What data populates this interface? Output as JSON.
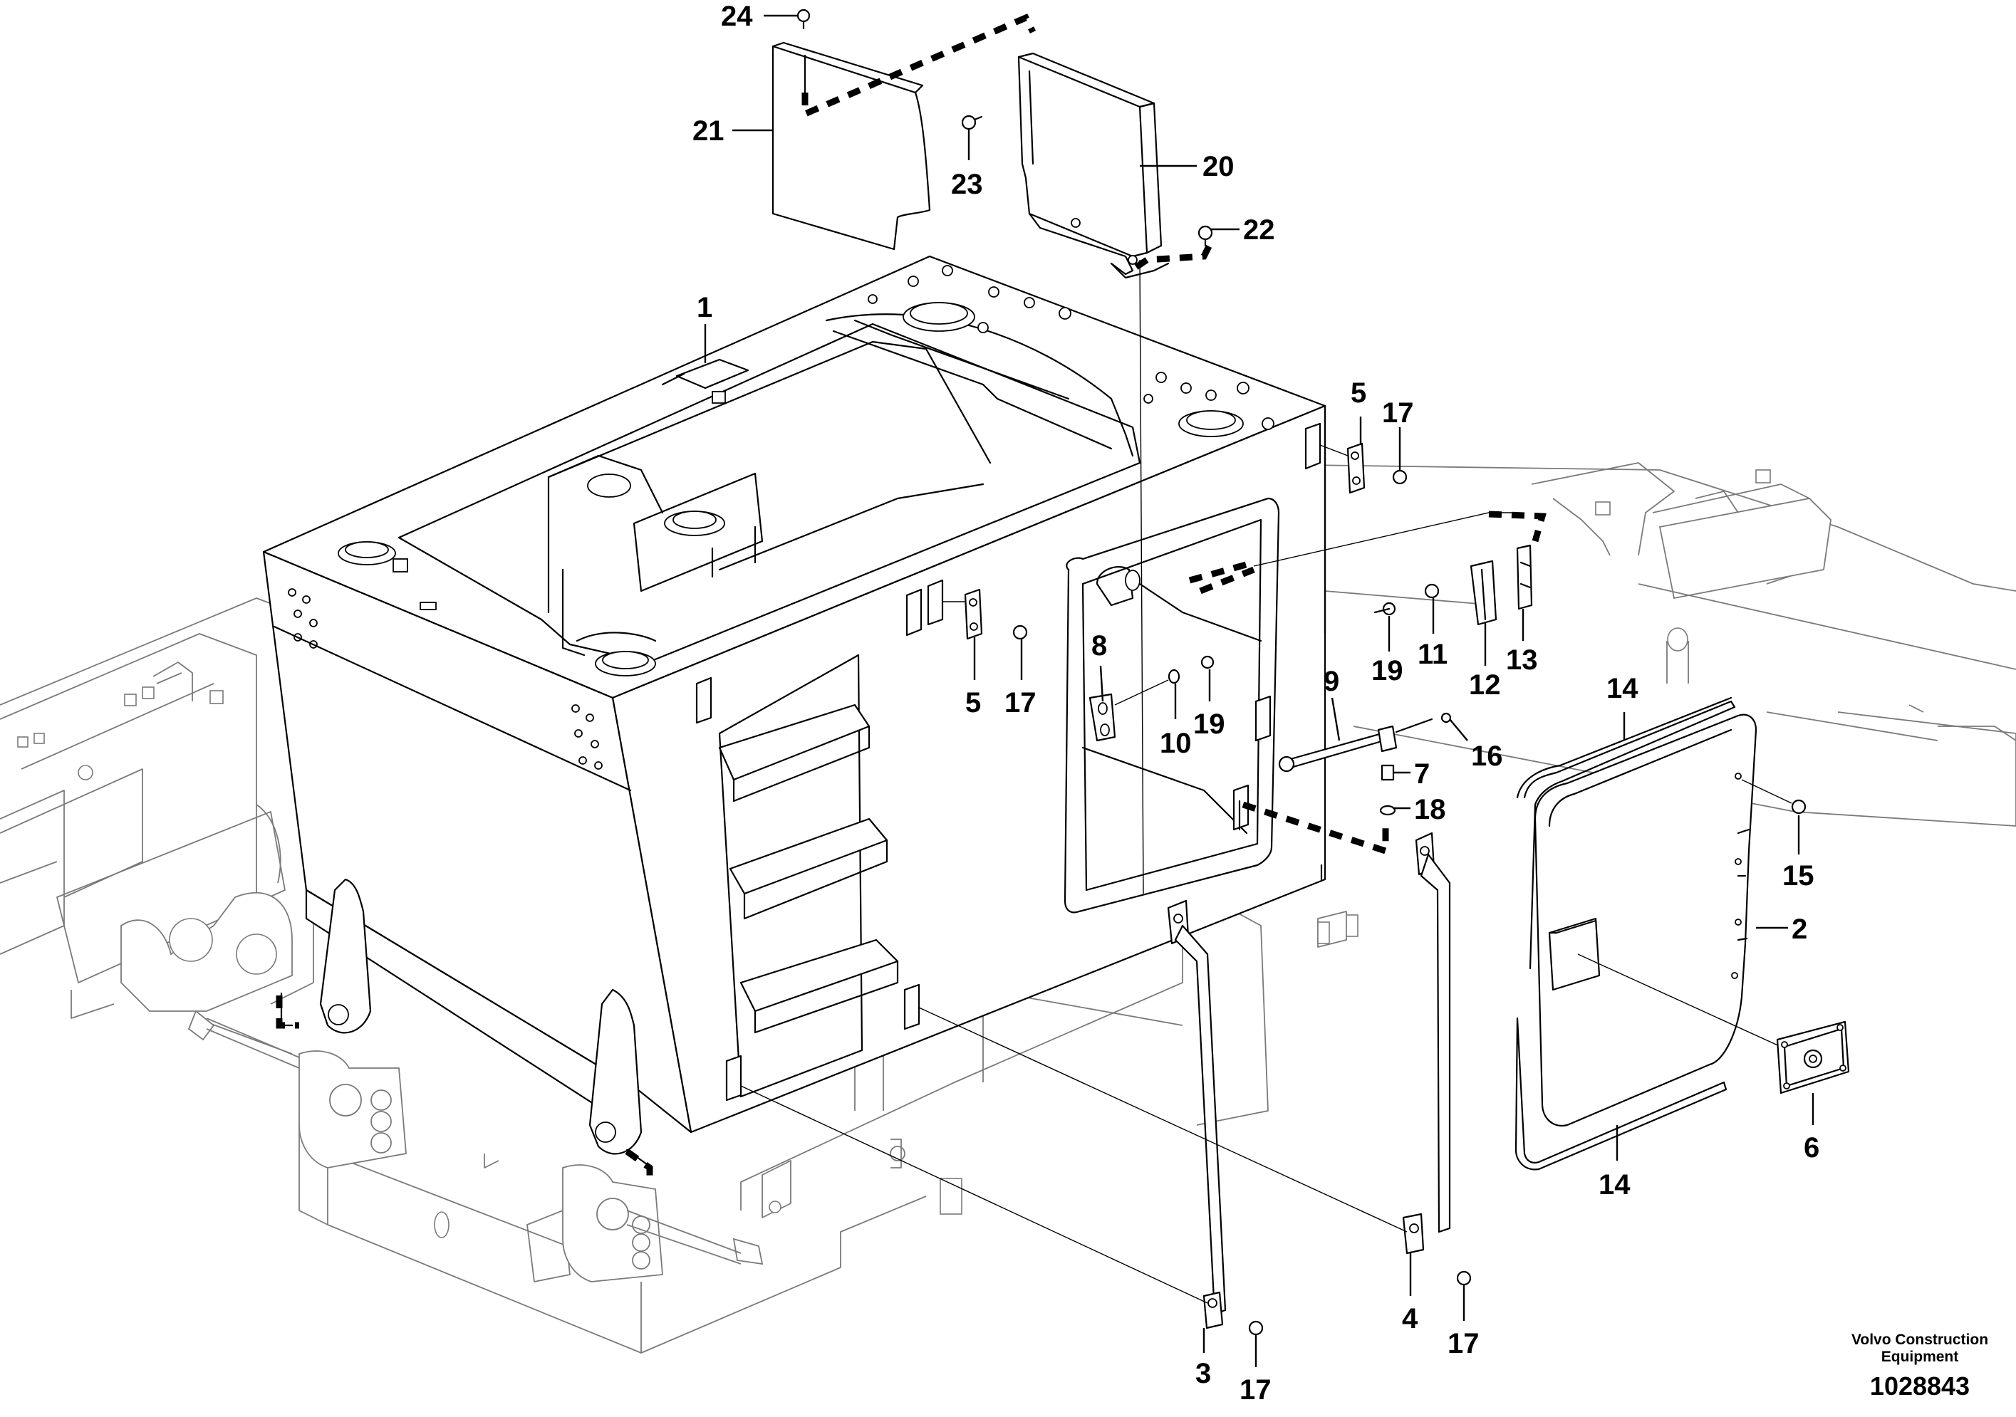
{
  "figure": {
    "credit_line1": "Volvo Construction",
    "credit_line2": "Equipment",
    "document_number": "1028843"
  },
  "callouts": {
    "c1": "1",
    "c2": "2",
    "c3": "3",
    "c4": "4",
    "c5a": "5",
    "c5b": "5",
    "c6": "6",
    "c7": "7",
    "c8": "8",
    "c9": "9",
    "c10": "10",
    "c11": "11",
    "c12": "12",
    "c13": "13",
    "c14a": "14",
    "c14b": "14",
    "c15": "15",
    "c16": "16",
    "c17a": "17",
    "c17b": "17",
    "c17c": "17",
    "c17d": "17",
    "c18": "18",
    "c19a": "19",
    "c19b": "19",
    "c20": "20",
    "c21": "21",
    "c22": "22",
    "c23": "23",
    "c24": "24"
  }
}
